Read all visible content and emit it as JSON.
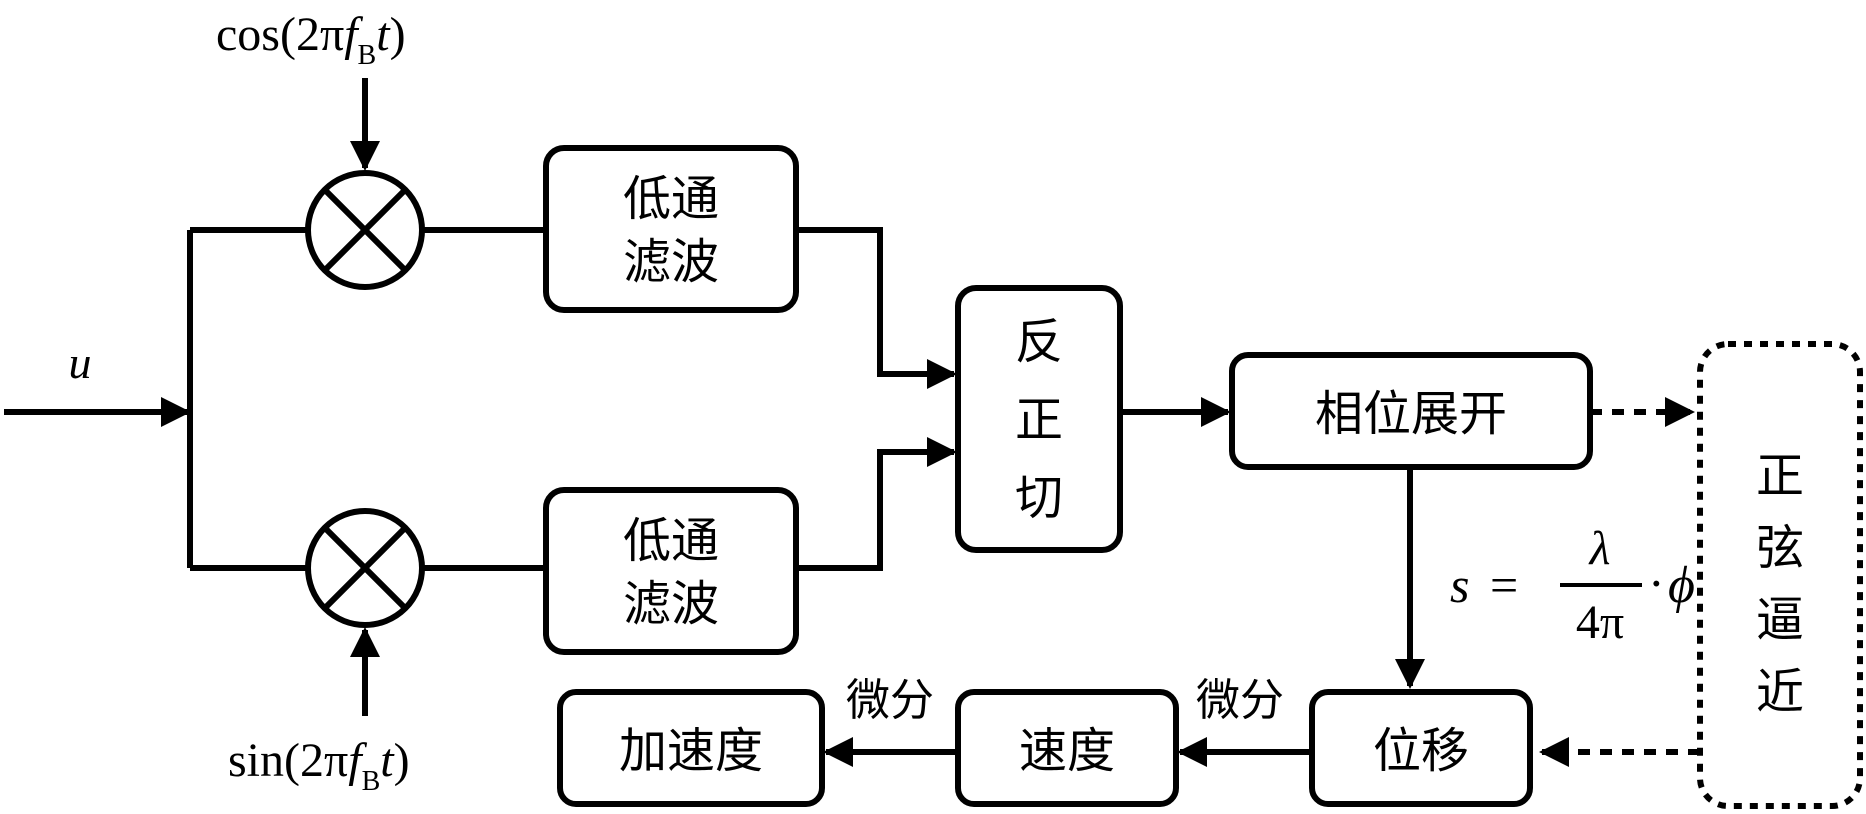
{
  "inputs": {
    "u": "u",
    "cos_ref": {
      "prefix": "cos(2π",
      "f": "f",
      "sub": "B",
      "t": "t",
      "suffix": ")"
    },
    "sin_ref": {
      "prefix": "sin(2π",
      "f": "f",
      "sub": "B",
      "t": "t",
      "suffix": ")"
    }
  },
  "blocks": {
    "lowpass_top": [
      "低通",
      "滤波"
    ],
    "lowpass_bottom": [
      "低通",
      "滤波"
    ],
    "arctan": [
      "反",
      "正",
      "切"
    ],
    "phase_unwrap": "相位展开",
    "sine_approx": [
      "正",
      "弦",
      "逼",
      "近"
    ],
    "displacement": "位移",
    "velocity": "速度",
    "acceleration": "加速度"
  },
  "labels": {
    "differential_1": "微分",
    "differential_2": "微分"
  },
  "formula": {
    "lhs": "s",
    "eq": "=",
    "numerator": "λ",
    "denominator": "4π",
    "dot": "·",
    "phi": "ϕ"
  },
  "colors": {
    "stroke": "#000000",
    "background": "#ffffff"
  }
}
